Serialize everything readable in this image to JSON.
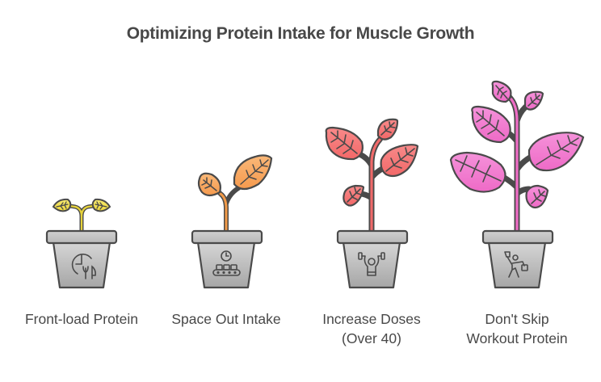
{
  "title": "Optimizing Protein Intake for Muscle Growth",
  "stages": [
    {
      "label_line1": "Front-load Protein",
      "label_line2": "",
      "icon": "clock-fork-knife-icon",
      "leaf_color": "#f2e04a",
      "stem_color": "#e6d23a"
    },
    {
      "label_line1": "Space Out Intake",
      "label_line2": "",
      "icon": "clock-conveyor-icon",
      "leaf_color": "#f7a85a",
      "stem_color": "#f29a48"
    },
    {
      "label_line1": "Increase Doses",
      "label_line2": "(Over 40)",
      "icon": "weightlifter-icon",
      "leaf_color": "#f57b7b",
      "stem_color": "#f06a6a"
    },
    {
      "label_line1": "Don't Skip",
      "label_line2": "Workout Protein",
      "icon": "person-with-bags-icon",
      "leaf_color": "#f27bd0",
      "stem_color": "#ef6cc6"
    }
  ],
  "colors": {
    "title": "#484848",
    "outline": "#4a4a4a",
    "pot_top": "#d4d4d4",
    "pot_bottom": "#a8a8a8"
  }
}
